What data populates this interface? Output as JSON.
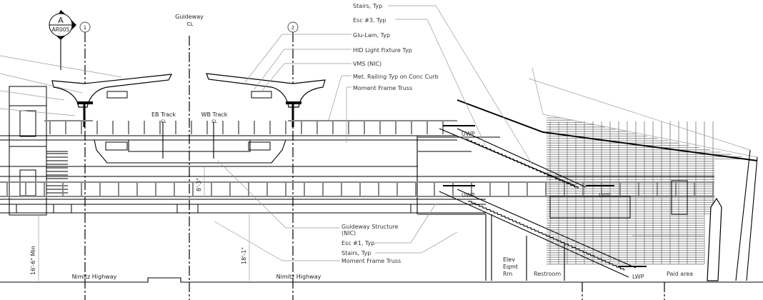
{
  "section_marker": {
    "letter": "A",
    "sheet": "AR005"
  },
  "grid_bubbles": [
    "1",
    "2"
  ],
  "centerlines": {
    "guideway": "Guideway",
    "eb_track": "EB Track",
    "wb_track": "WB Track",
    "cl_symbol": "CL"
  },
  "callouts_top": [
    "Stairs, Typ",
    "Esc #3, Typ",
    "Glu-Lam, Typ",
    "HID Light Fixture Typ",
    "VMS (NIC)",
    "Met. Railing Typ on Conc Curb",
    "Moment Frame Truss"
  ],
  "callouts_bottom": {
    "guideway_structure": "Guideway Structure",
    "nic": "(NIC)",
    "esc1": "Esc #1, Typ",
    "stairs": "Stairs, Typ",
    "moment_frame": "Moment Frame Truss"
  },
  "dimensions": {
    "deck_depth": "8'-3\"",
    "clearance_min": "16'-6\" Min",
    "clearance_2": "18'-1\""
  },
  "roads": [
    "Nimitz Highway",
    "Nimitz Highway"
  ],
  "escalator_points": {
    "uwp_upper": "UWP",
    "uwp_lower": "UWP",
    "lwp_upper": "LWP",
    "lwp_lower": "LWP"
  },
  "rooms": {
    "elev_1": "Elev",
    "elev_2": "Eqmt",
    "elev_3": "Rm",
    "restroom": "Restroom",
    "paid_area": "Paid area"
  }
}
